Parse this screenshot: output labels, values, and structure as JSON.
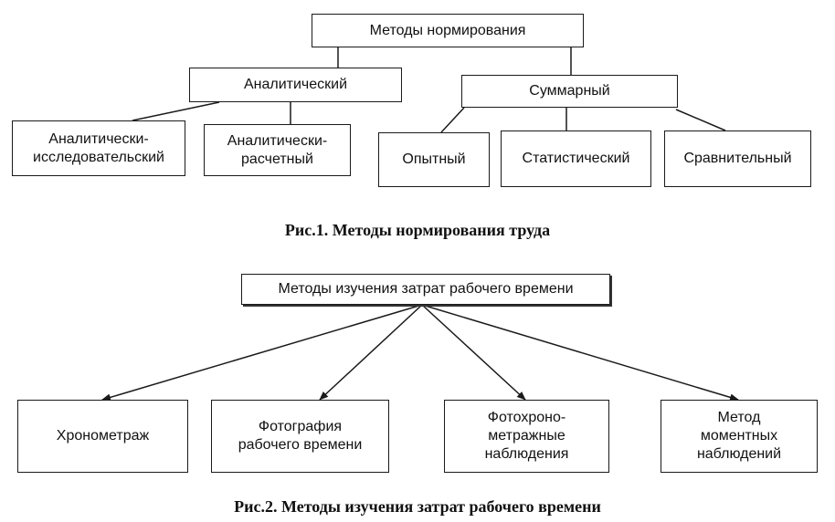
{
  "figure1": {
    "root": "Методы нормирования",
    "analytical": "Аналитический",
    "summary": "Суммарный",
    "analytical_research": "Аналитически-\nисследовательский",
    "analytical_calc": "Аналитически-\nрасчетный",
    "experimental": "Опытный",
    "statistical": "Статистический",
    "comparative": "Сравнительный",
    "caption": "Рис.1. Методы нормирования труда"
  },
  "figure2": {
    "root": "Методы изучения затрат рабочего времени",
    "timing": "Хронометраж",
    "photo": "Фотография\nрабочего времени",
    "photo_timing": "Фотохроно-\nметражные\nнаблюдения",
    "moments": "Метод\nмоментных\nнаблюдений",
    "caption": "Рис.2. Методы изучения затрат рабочего времени"
  }
}
